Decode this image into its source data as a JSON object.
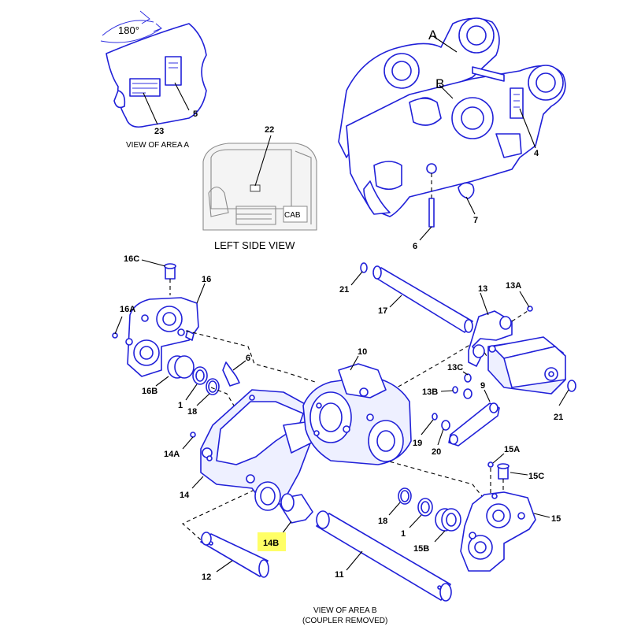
{
  "rotation_label": "180°",
  "view_area_a": "VIEW OF AREA A",
  "left_side_view": "LEFT SIDE VIEW",
  "cab_label": "CAB",
  "letter_a": "A",
  "letter_b": "B",
  "view_area_b_line1": "VIEW OF AREA B",
  "view_area_b_line2": "(COUPLER REMOVED)",
  "highlight_color": "#ffff66",
  "line_color": "#2020d8",
  "callouts": {
    "c23": "23",
    "c5": "5",
    "c22": "22",
    "c4": "4",
    "c7": "7",
    "c6_top": "6",
    "c16c": "16C",
    "c16": "16",
    "c16a": "16A",
    "c16b": "16B",
    "c1_left": "1",
    "c18_left": "18",
    "c6_mid": "6",
    "c10": "10",
    "c21_top": "21",
    "c17": "17",
    "c13": "13",
    "c13a": "13A",
    "c13c": "13C",
    "c13b": "13B",
    "c9": "9",
    "c21_right": "21",
    "c19": "19",
    "c20": "20",
    "c14a": "14A",
    "c14": "14",
    "c14b": "14B",
    "c12": "12",
    "c11": "11",
    "c15a": "15A",
    "c15c": "15C",
    "c15": "15",
    "c18_right": "18",
    "c1_right": "1",
    "c15b": "15B"
  }
}
